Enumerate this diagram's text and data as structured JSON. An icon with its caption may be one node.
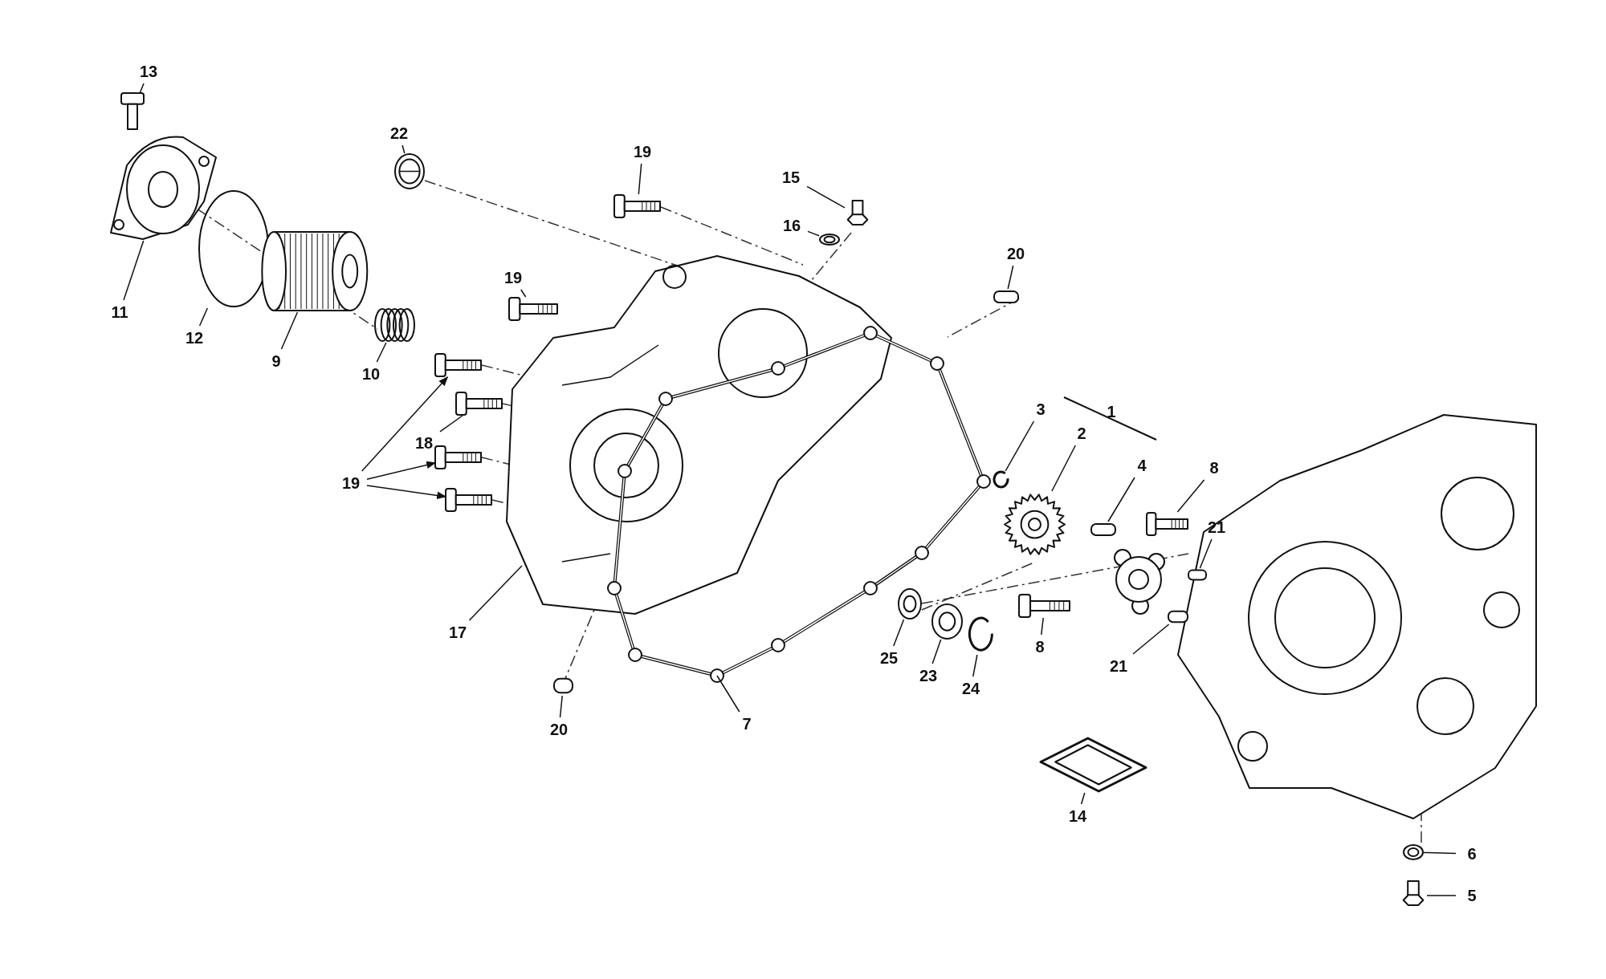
{
  "diagram": {
    "nodes": [
      {
        "text": [
          "13"
        ]
      },
      {
        "text": [],
        "shape": "picture"
      },
      {
        "text": [
          "11"
        ]
      },
      {
        "text": [],
        "shape": "picture"
      },
      {
        "text": [
          "12"
        ]
      },
      {
        "text": [],
        "shape": "circle"
      },
      {
        "text": [
          "9"
        ]
      },
      {
        "text": [],
        "shape": "picture"
      },
      {
        "text": [
          "10"
        ]
      },
      {
        "text": [],
        "shape": "picture"
      },
      {
        "text": [
          "22"
        ]
      },
      {
        "text": [],
        "shape": "picture"
      },
      {
        "text": [
          "19"
        ]
      },
      {
        "text": [],
        "shape": "picture"
      },
      {
        "text": [
          "15"
        ]
      },
      {
        "text": [],
        "shape": "picture"
      },
      {
        "text": [
          "16"
        ]
      },
      {
        "text": [],
        "shape": "picture"
      },
      {
        "text": [
          "20"
        ]
      },
      {
        "text": [],
        "shape": "cylinder"
      },
      {
        "text": [
          "19"
        ]
      },
      {
        "text": [],
        "shape": "picture"
      },
      {
        "text": [
          "18"
        ]
      },
      {
        "text": [],
        "shape": "picture"
      },
      {
        "text": [
          "19"
        ]
      },
      {
        "text": [],
        "shape": "picture"
      },
      {
        "text": [],
        "shape": "picture"
      },
      {
        "text": [],
        "shape": "picture"
      },
      {
        "text": [
          "17"
        ]
      },
      {
        "text": [],
        "shape": "picture"
      },
      {
        "text": [
          "20"
        ]
      },
      {
        "text": [],
        "shape": "cylinder"
      },
      {
        "text": [
          "7"
        ]
      },
      {
        "text": [],
        "shape": "picture"
      },
      {
        "text": [
          "3"
        ]
      },
      {
        "text": [],
        "shape": "picture"
      },
      {
        "text": [
          "2"
        ]
      },
      {
        "text": [],
        "shape": "picture"
      },
      {
        "text": [
          "4"
        ]
      },
      {
        "text": [],
        "shape": "cylinder"
      },
      {
        "text": [
          "8"
        ]
      },
      {
        "text": [],
        "shape": "picture"
      },
      {
        "text": [
          "21"
        ]
      },
      {
        "text": [],
        "shape": "cylinder"
      },
      {
        "text": [
          "8"
        ]
      },
      {
        "text": [],
        "shape": "picture"
      },
      {
        "text": [
          "21"
        ]
      },
      {
        "text": [],
        "shape": "cylinder"
      },
      {
        "text": [
          "25"
        ]
      },
      {
        "text": [],
        "shape": "picture"
      },
      {
        "text": [
          "23"
        ]
      },
      {
        "text": [],
        "shape": "picture"
      },
      {
        "text": [
          "24"
        ]
      },
      {
        "text": [],
        "shape": "picture"
      },
      {
        "text": [
          "14"
        ]
      },
      {
        "text": [],
        "shape": "picture"
      },
      {
        "text": [
          "6"
        ]
      },
      {
        "text": [],
        "shape": "picture"
      },
      {
        "text": [
          "5"
        ]
      },
      {
        "text": [],
        "shape": "picture"
      }
    ],
    "edges": [
      {
        "from": 0,
        "to": 1,
        "arrow": "none"
      },
      {
        "from": 2,
        "to": 3,
        "arrow": "none"
      },
      {
        "from": 4,
        "to": 5,
        "arrow": "none"
      },
      {
        "from": 6,
        "to": 7,
        "arrow": "none"
      },
      {
        "from": 8,
        "to": 9,
        "arrow": "none"
      },
      {
        "from": 10,
        "to": 11,
        "arrow": "none"
      },
      {
        "from": 12,
        "to": 13,
        "arrow": "none"
      },
      {
        "from": 14,
        "to": 15,
        "arrow": "none"
      },
      {
        "from": 16,
        "to": 17,
        "arrow": "none"
      },
      {
        "from": 18,
        "to": 19,
        "arrow": "none"
      },
      {
        "from": 20,
        "to": 21,
        "arrow": "none"
      },
      {
        "from": 22,
        "to": 23,
        "arrow": "none"
      },
      {
        "from": 24,
        "to": 25,
        "arrow": "to"
      },
      {
        "from": 24,
        "to": 26,
        "arrow": "to"
      },
      {
        "from": 24,
        "to": 27,
        "arrow": "to"
      },
      {
        "from": 28,
        "to": 29,
        "arrow": "none"
      },
      {
        "from": 30,
        "to": 31,
        "arrow": "none"
      },
      {
        "from": 32,
        "to": 33,
        "arrow": "none"
      },
      {
        "from": 34,
        "to": 35,
        "arrow": "none"
      },
      {
        "from": 36,
        "to": 37,
        "arrow": "none"
      },
      {
        "from": 38,
        "to": 39,
        "arrow": "none"
      },
      {
        "from": 40,
        "to": 41,
        "arrow": "none"
      },
      {
        "from": 42,
        "to": 43,
        "arrow": "none"
      },
      {
        "from": 44,
        "to": 45,
        "arrow": "none"
      },
      {
        "from": 46,
        "to": 47,
        "arrow": "none"
      },
      {
        "from": 48,
        "to": 49,
        "arrow": "none"
      },
      {
        "from": 50,
        "to": 51,
        "arrow": "none"
      },
      {
        "from": 52,
        "to": 53,
        "arrow": "none"
      },
      {
        "from": 54,
        "to": 55,
        "arrow": "none"
      },
      {
        "from": 56,
        "to": 57,
        "arrow": "none"
      },
      {
        "from": 58,
        "to": 59,
        "arrow": "none"
      }
    ],
    "labels": [
      "1"
    ]
  }
}
